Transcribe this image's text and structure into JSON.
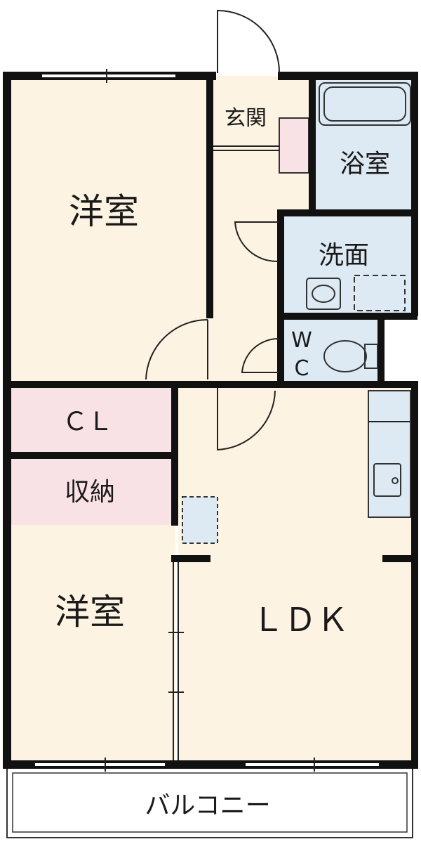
{
  "rooms": {
    "western_room_top": {
      "label": "洋室"
    },
    "entrance": {
      "label": "玄関"
    },
    "bathroom": {
      "label": "浴室"
    },
    "washroom": {
      "label": "洗面"
    },
    "toilet": {
      "label_line1": "W",
      "label_line2": "C"
    },
    "closet": {
      "label": "ＣＬ"
    },
    "storage": {
      "label": "収納"
    },
    "western_room_bottom": {
      "label": "洋室"
    },
    "ldk": {
      "label": "ＬＤＫ"
    },
    "balcony": {
      "label": "バルコニー"
    }
  },
  "colors": {
    "room_floor": "#fdf3e2",
    "closet_fill": "#f9e2e6",
    "wet_area_fill": "#dde9f3",
    "wall": "#111111",
    "balcony_fill": "#ffffff"
  }
}
